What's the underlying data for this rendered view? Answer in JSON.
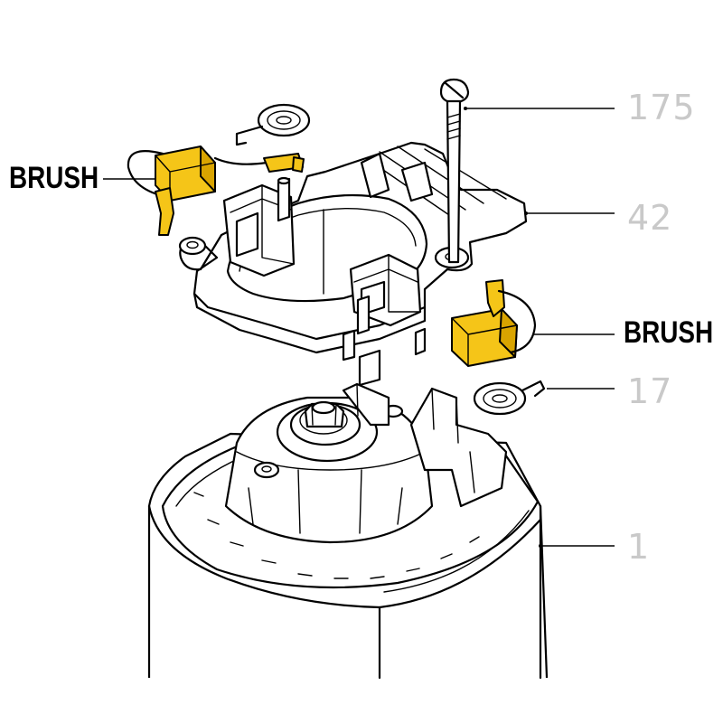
{
  "callouts": {
    "screw": "175",
    "brush_holder": "42",
    "spring": "17",
    "motor_housing": "1",
    "brush_left": "BRUSH",
    "brush_right": "BRUSH"
  },
  "colors": {
    "brush_fill": "#f5c518",
    "part_number_text": "#c9c9c9",
    "line_art": "#000000"
  }
}
